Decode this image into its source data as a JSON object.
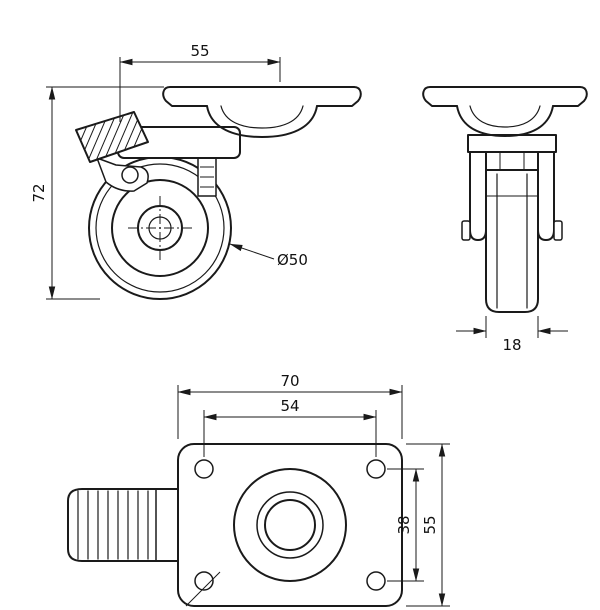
{
  "drawing": {
    "front_view": {
      "top_offset": "55",
      "overall_height": "72",
      "wheel_diameter": "Ø50"
    },
    "side_view": {
      "wheel_width": "18"
    },
    "top_view": {
      "plate_length": "70",
      "bolt_spacing_length": "54",
      "bolt_spacing_width": "38",
      "plate_width": "55"
    }
  }
}
